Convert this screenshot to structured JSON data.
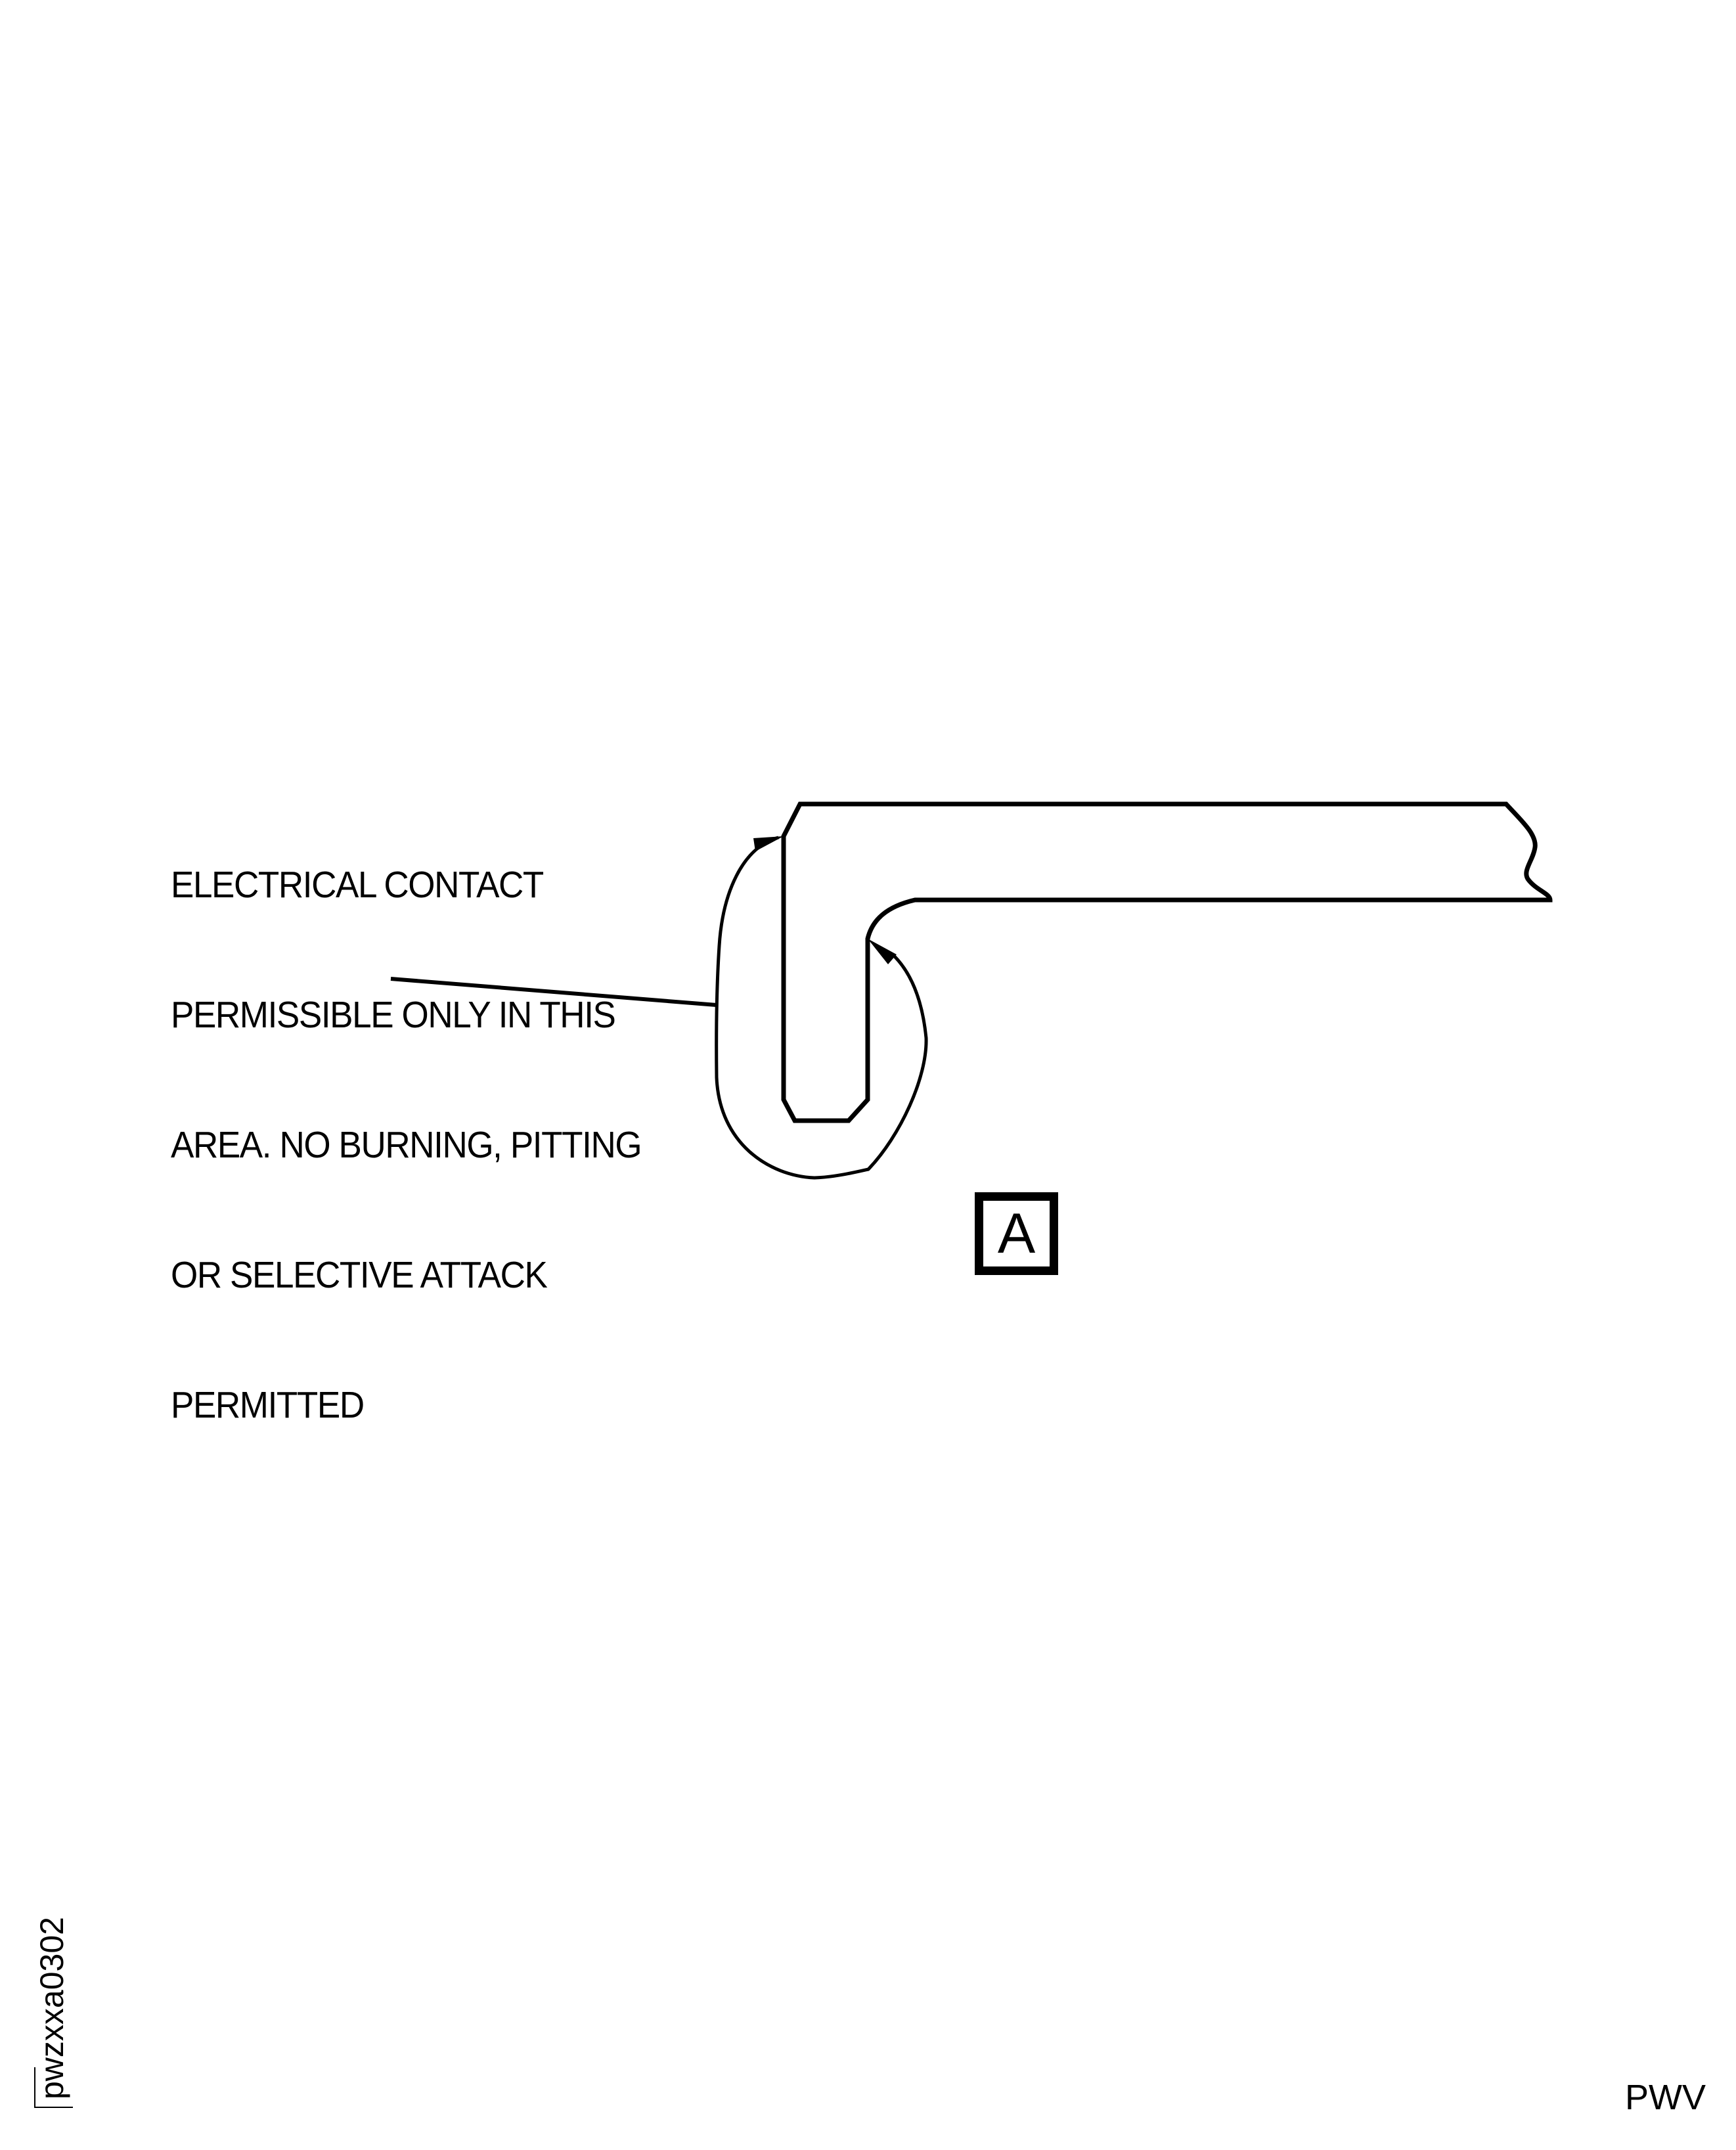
{
  "figure": {
    "callout_lines": [
      "ELECTRICAL CONTACT",
      "PERMISSIBLE ONLY IN THIS",
      "AREA. NO BURNING, PITTING",
      "OR SELECTIVE ATTACK",
      "PERMITTED"
    ],
    "view_label": "A",
    "figure_id": "pwzxxa0302",
    "source_code": "PWV"
  },
  "colors": {
    "line": "#000000",
    "background": "#ffffff"
  }
}
